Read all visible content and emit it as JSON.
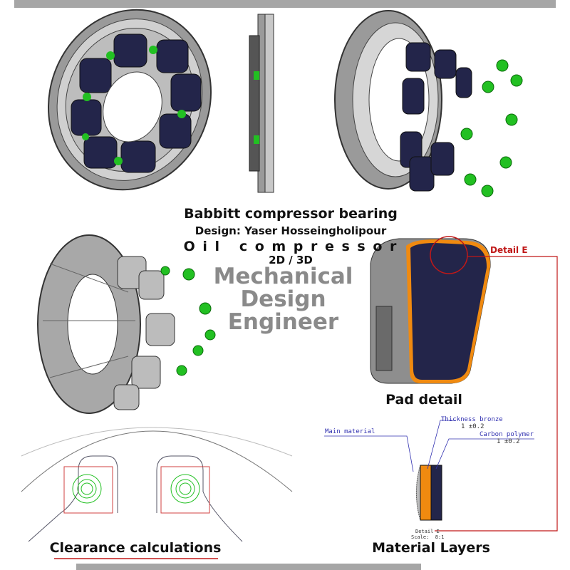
{
  "header": {
    "title": "Babbitt compressor bearing",
    "designer": "Design: Yaser Hosseingholipour",
    "subtitle": "O i l   c o m p r e s s o r",
    "mode": "2D / 3D"
  },
  "watermark": [
    "Mechanical",
    "Design",
    "Engineer"
  ],
  "pad_detail": {
    "caption": "Pad detail",
    "callout": "Detail E"
  },
  "clearance": {
    "caption": "Clearance calculations"
  },
  "material_layers": {
    "caption": "Material Layers",
    "labels": {
      "main": "Main material",
      "bronze": "Thickness bronze",
      "bronze_tol": "1  ±0.2",
      "polymer": "Carbon polymer",
      "polymer_tol": "1  ±0.2",
      "detail": "Detail E",
      "scale": "Scale:  8:1"
    }
  },
  "colors": {
    "pad": "#23254a",
    "bronze": "#f08a10",
    "steel": "#b8b8b8",
    "screw": "#22c022",
    "accent": "#c01818"
  }
}
